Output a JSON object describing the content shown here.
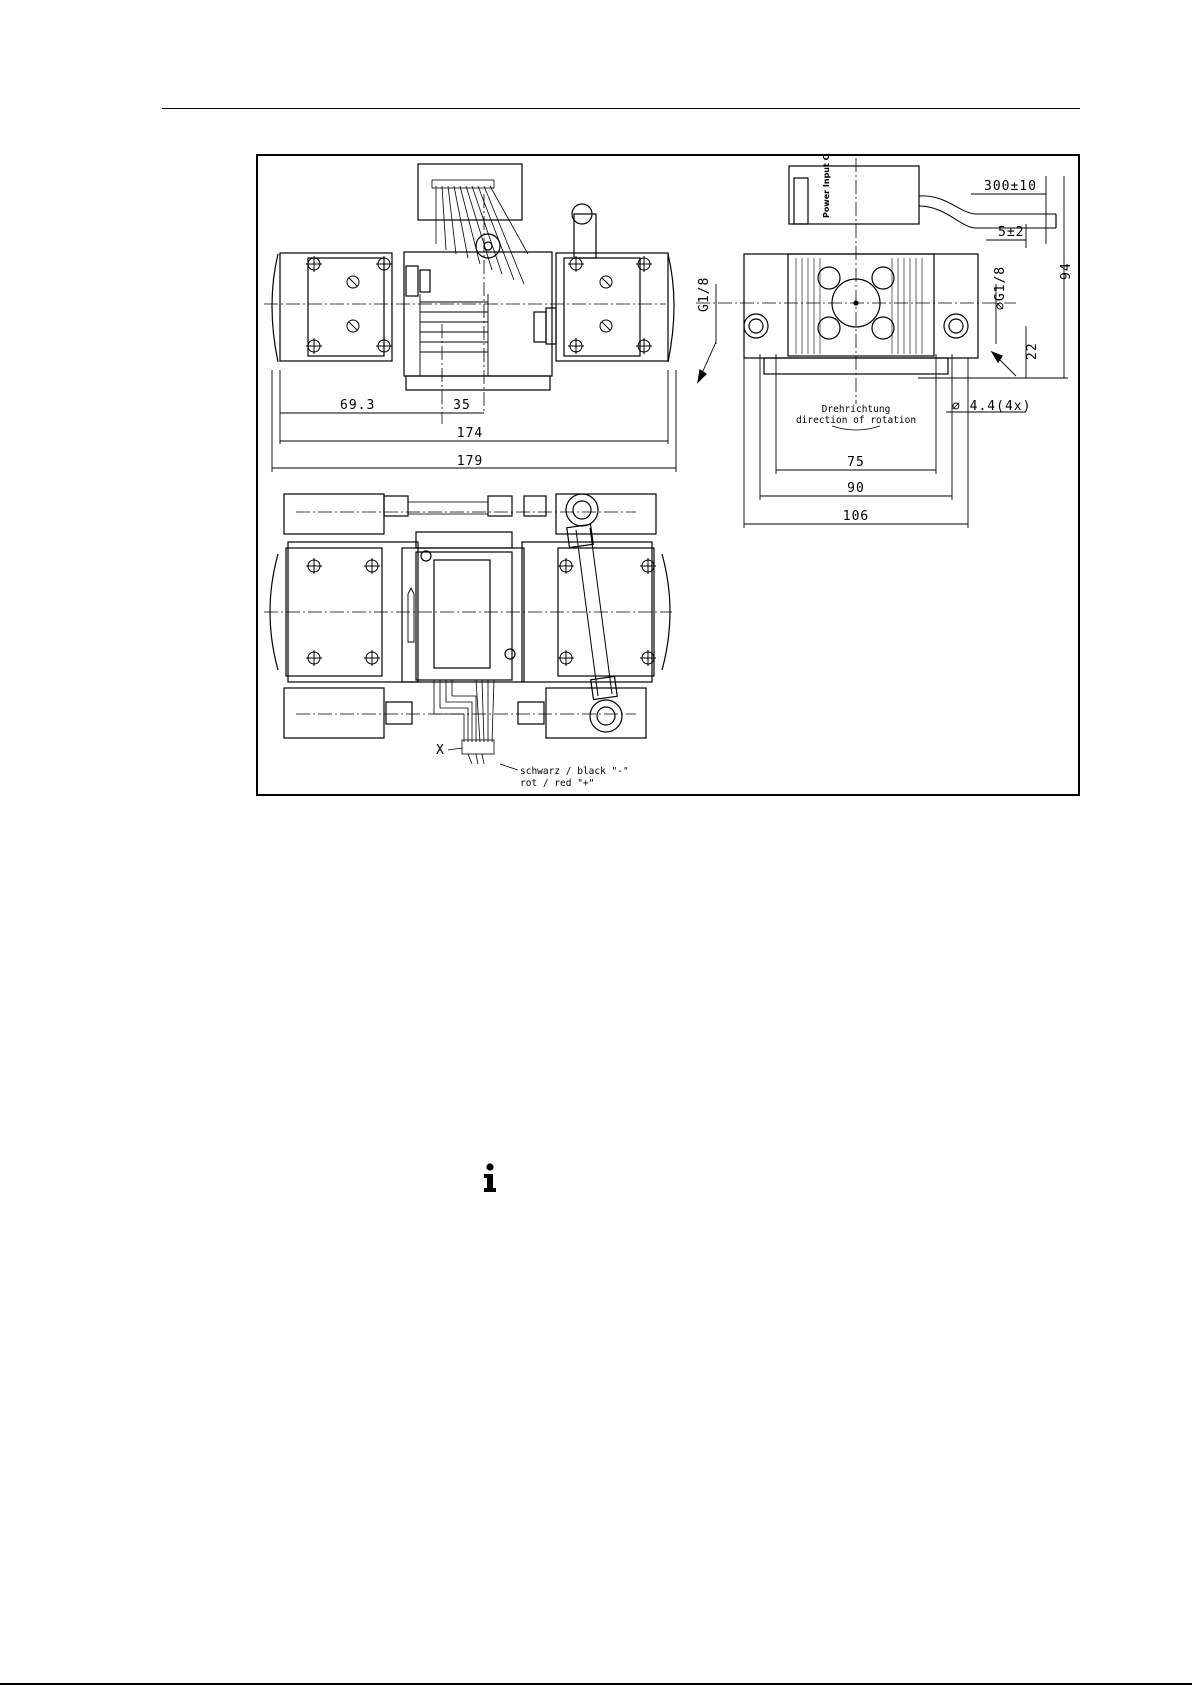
{
  "drawing": {
    "dimensions_front": [
      "69.3",
      "35",
      "174",
      "179"
    ],
    "dimensions_side": [
      "75",
      "90",
      "106"
    ],
    "cable_length": "300±10",
    "strip_length": "5±2",
    "height": "94",
    "port_left": "G1/8",
    "port_right": "⌀G1/8",
    "port_offset": "22",
    "hole_spec": "⌀ 4.4(4x)",
    "rotation_label_de": "Drehrichtung",
    "rotation_label_en": "direction of rotation",
    "connector_label": "Power Input Control",
    "wire_marker": "X",
    "wire_black": "schwarz / black \"-\"",
    "wire_red": "rot     / red   \"+\""
  },
  "icons": {
    "info": "info-icon"
  }
}
